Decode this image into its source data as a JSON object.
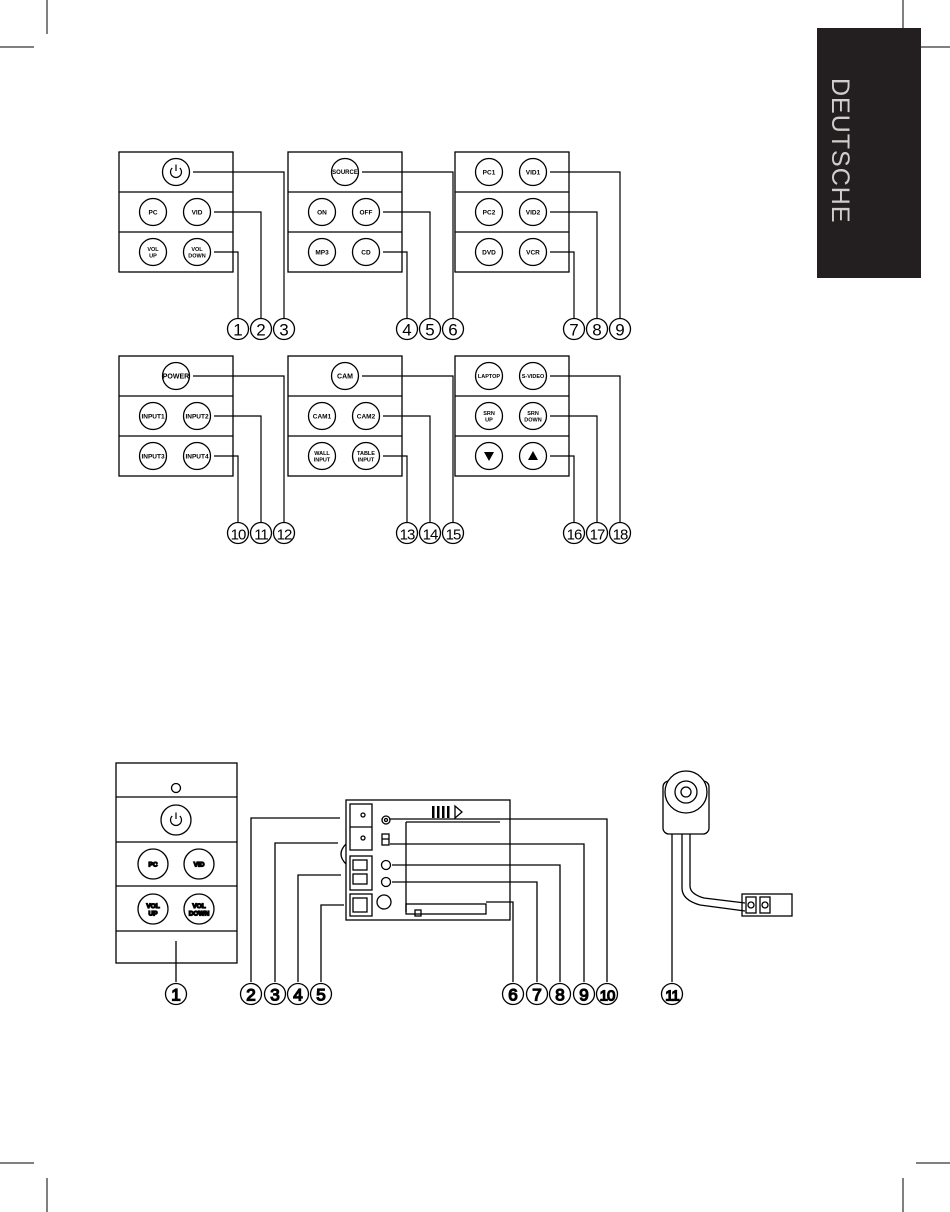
{
  "side_tab": {
    "label": "DEUTSCHE"
  },
  "keypads": [
    {
      "id": "kp-a",
      "rows": [
        [
          "POWER_ICON"
        ],
        [
          "PC",
          "VID"
        ],
        [
          "VOL UP",
          "VOL DOWN"
        ]
      ],
      "callouts": [
        "1",
        "2",
        "3"
      ]
    },
    {
      "id": "kp-b",
      "rows": [
        [
          "SOURCE"
        ],
        [
          "ON",
          "OFF"
        ],
        [
          "MP3",
          "CD"
        ]
      ],
      "callouts": [
        "4",
        "5",
        "6"
      ]
    },
    {
      "id": "kp-c",
      "rows": [
        [
          "PC1",
          "VID1"
        ],
        [
          "PC2",
          "VID2"
        ],
        [
          "DVD",
          "VCR"
        ]
      ],
      "callouts": [
        "7",
        "8",
        "9"
      ]
    },
    {
      "id": "kp-d",
      "rows": [
        [
          "POWER"
        ],
        [
          "INPUT1",
          "INPUT2"
        ],
        [
          "INPUT3",
          "INPUT4"
        ]
      ],
      "callouts": [
        "10",
        "11",
        "12"
      ]
    },
    {
      "id": "kp-e",
      "rows": [
        [
          "CAM"
        ],
        [
          "CAM1",
          "CAM2"
        ],
        [
          "WALL INPUT",
          "TABLE INPUT"
        ]
      ],
      "callouts": [
        "13",
        "14",
        "15"
      ]
    },
    {
      "id": "kp-f",
      "rows": [
        [
          "LAPTOP",
          "S-VIDEO"
        ],
        [
          "SRN UP",
          "SRN DOWN"
        ],
        [
          "DOWN_ARROW",
          "UP_ARROW"
        ]
      ],
      "callouts": [
        "16",
        "17",
        "18"
      ]
    }
  ],
  "assembly": {
    "wall_plate": {
      "buttons": [
        [
          "POWER_ICON"
        ],
        [
          "PC",
          "VID"
        ],
        [
          "VOL UP",
          "VOL DOWN"
        ]
      ],
      "callout": "1"
    },
    "module_callouts": [
      "2",
      "3",
      "4",
      "5",
      "6",
      "7",
      "8",
      "9",
      "10"
    ],
    "sensor_callout": "11"
  }
}
